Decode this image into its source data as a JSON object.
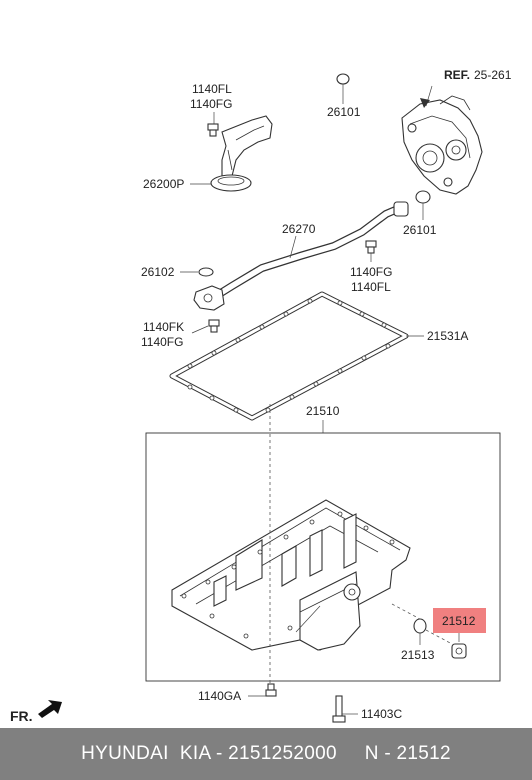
{
  "diagram": {
    "ref_label": "REF.",
    "ref_value": "25-261",
    "labels": {
      "l1140FL_a": "1140FL",
      "l1140FG_a": "1140FG",
      "l26101_a": "26101",
      "l26200P": "26200P",
      "l26101_b": "26101",
      "l26270": "26270",
      "l26102": "26102",
      "l1140FG_b": "1140FG",
      "l1140FL_b": "1140FL",
      "l1140FK": "1140FK",
      "l1140FG_c": "1140FG",
      "l21531A": "21531A",
      "l21510": "21510",
      "l21512": "21512",
      "l21513": "21513",
      "l1140GA": "1140GA",
      "l11403C": "11403C"
    },
    "front_label": "FR.",
    "highlight_color": "#f08080"
  },
  "footer": {
    "text": "HYUNDAI  KIA - 2151252000     N - 21512"
  }
}
